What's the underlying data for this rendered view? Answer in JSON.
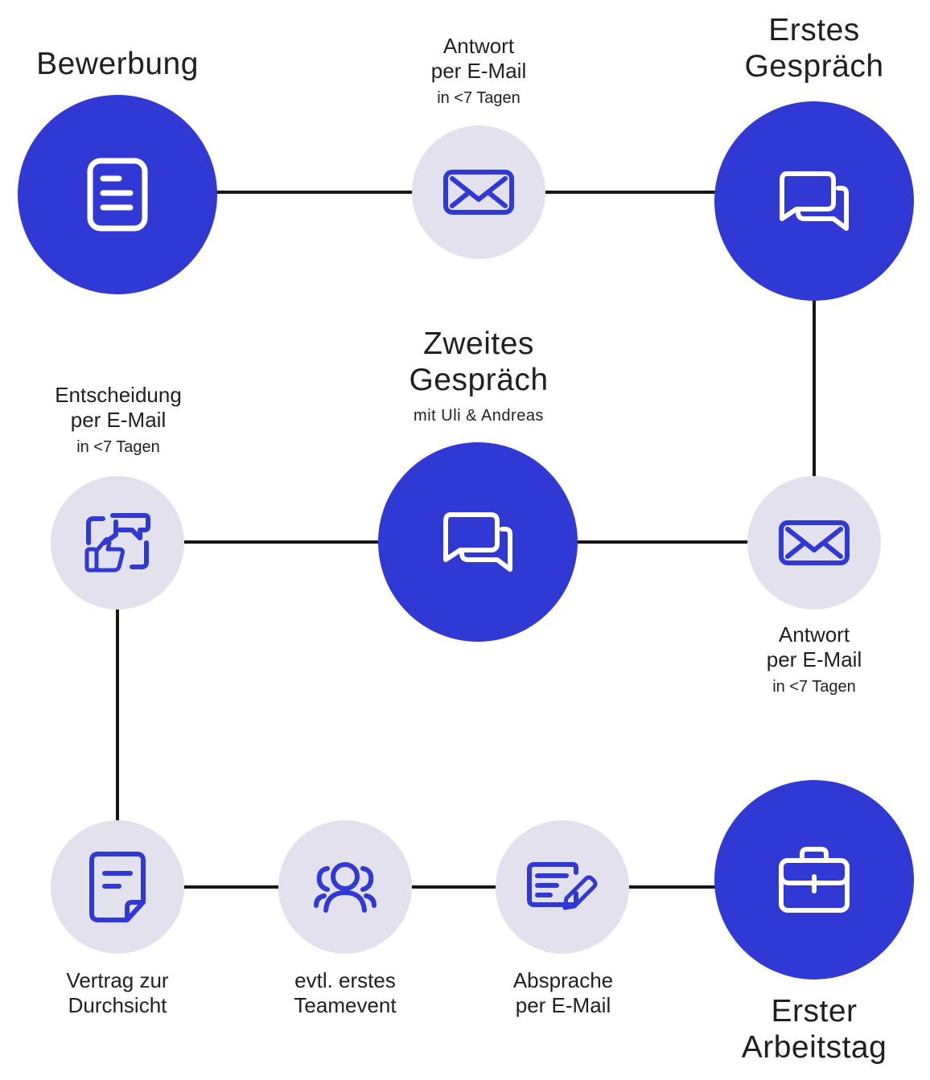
{
  "steps": {
    "bewerbung": {
      "title": "Bewerbung"
    },
    "antwort1": {
      "title_line1": "Antwort",
      "title_line2": "per E-Mail",
      "sub": "in <7 Tagen"
    },
    "erstes_gespraech": {
      "title_line1": "Erstes",
      "title_line2": "Gespräch"
    },
    "antwort2": {
      "title_line1": "Antwort",
      "title_line2": "per E-Mail",
      "sub": "in <7 Tagen"
    },
    "zweites_gespraech": {
      "title_line1": "Zweites",
      "title_line2": "Gespräch",
      "sub": "mit Uli & Andreas"
    },
    "entscheidung": {
      "title_line1": "Entscheidung",
      "title_line2": "per E-Mail",
      "sub": "in <7 Tagen"
    },
    "vertrag": {
      "title_line1": "Vertrag zur",
      "title_line2": "Durchsicht"
    },
    "teamevent": {
      "title_line1": "evtl. erstes",
      "title_line2": "Teamevent"
    },
    "absprache": {
      "title_line1": "Absprache",
      "title_line2": "per E-Mail"
    },
    "erster_arbeitstag": {
      "title_line1": "Erster",
      "title_line2": "Arbeitstag"
    }
  },
  "icons": {
    "bewerbung": "document-icon",
    "antwort1": "envelope-icon",
    "erstes_gespraech": "chat-bubbles-icon",
    "antwort2": "envelope-icon",
    "zweites_gespraech": "chat-bubbles-icon",
    "entscheidung": "thumbs-up-frame-icon",
    "vertrag": "contract-icon",
    "teamevent": "people-group-icon",
    "absprache": "form-pen-icon",
    "erster_arbeitstag": "briefcase-icon"
  },
  "colors": {
    "primary": "#3139d4",
    "secondary": "#e2e1ed",
    "line": "#16161a",
    "text": "#1f1f24"
  }
}
